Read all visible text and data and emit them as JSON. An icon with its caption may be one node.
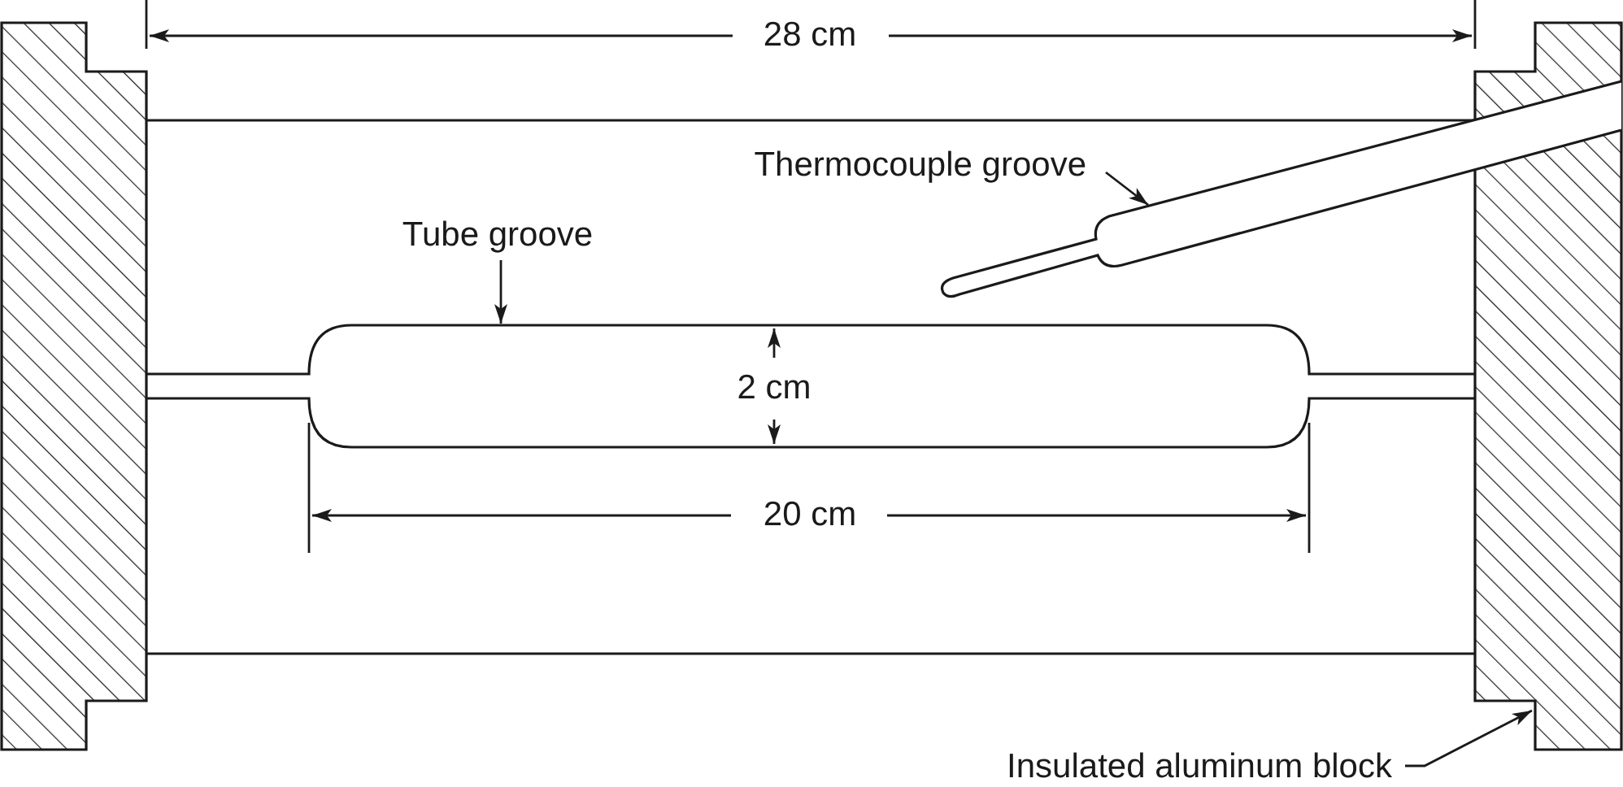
{
  "diagram": {
    "nodes": [
      {
        "text": [
          "Tube groove"
        ]
      },
      {
        "text": [],
        "shape": "bar"
      },
      {
        "text": [
          "Thermocouple groove"
        ]
      },
      {
        "text": [],
        "shape": "picture"
      },
      {
        "text": [
          "Insulated aluminum block"
        ]
      },
      {
        "text": [],
        "shape": "box"
      },
      {
        "text": [],
        "shape": "box"
      }
    ],
    "edges": [
      {
        "from": 0,
        "to": 1,
        "arrow": "to"
      },
      {
        "from": 2,
        "to": 3,
        "arrow": "to"
      },
      {
        "from": 4,
        "to": 6,
        "arrow": "to"
      }
    ],
    "labels": [
      "28 cm",
      "2 cm",
      "20 cm"
    ]
  }
}
